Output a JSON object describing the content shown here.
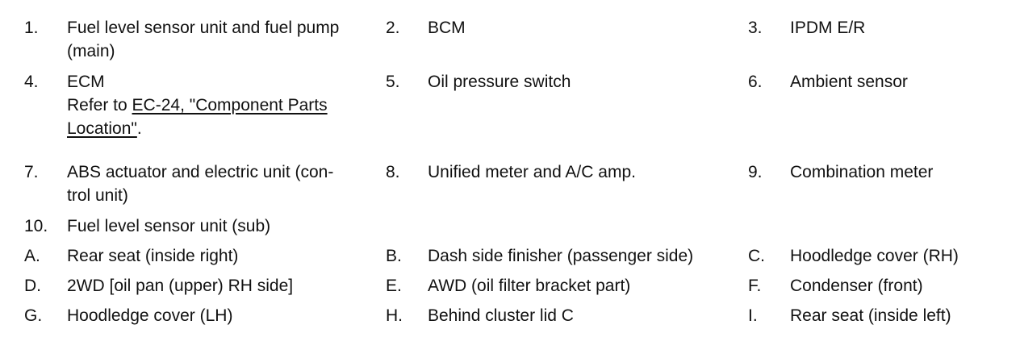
{
  "items": [
    {
      "num": "1.",
      "lines": [
        "Fuel level sensor unit and fuel pump",
        "(main)"
      ]
    },
    {
      "num": "2.",
      "lines": [
        "BCM"
      ]
    },
    {
      "num": "3.",
      "lines": [
        "IPDM E/R"
      ]
    },
    {
      "num": "4.",
      "lines": [
        "ECM"
      ],
      "ref_prefix": "Refer to ",
      "ref_link_1": "EC-24, \"Component Parts ",
      "ref_link_2": "Location\"",
      "ref_suffix": "."
    },
    {
      "num": "5.",
      "lines": [
        "Oil pressure switch"
      ]
    },
    {
      "num": "6.",
      "lines": [
        "Ambient sensor"
      ]
    },
    {
      "num": "7.",
      "lines": [
        "ABS actuator and electric unit (con-",
        "trol unit)"
      ]
    },
    {
      "num": "8.",
      "lines": [
        "Unified meter and A/C amp."
      ]
    },
    {
      "num": "9.",
      "lines": [
        "Combination meter"
      ]
    },
    {
      "num": "10.",
      "lines": [
        "Fuel level sensor unit (sub)"
      ]
    },
    {
      "num": "A.",
      "lines": [
        "Rear seat (inside right)"
      ]
    },
    {
      "num": "B.",
      "lines": [
        "Dash side finisher (passenger side)"
      ]
    },
    {
      "num": "C.",
      "lines": [
        "Hoodledge cover (RH)"
      ]
    },
    {
      "num": "D.",
      "lines": [
        "2WD [oil pan (upper) RH side]"
      ]
    },
    {
      "num": "E.",
      "lines": [
        "AWD (oil filter bracket part)"
      ]
    },
    {
      "num": "F.",
      "lines": [
        "Condenser (front)"
      ]
    },
    {
      "num": "G.",
      "lines": [
        "Hoodledge cover (LH)"
      ]
    },
    {
      "num": "H.",
      "lines": [
        "Behind cluster lid C"
      ]
    },
    {
      "num": "I.",
      "lines": [
        "Rear seat (inside left)"
      ]
    }
  ]
}
